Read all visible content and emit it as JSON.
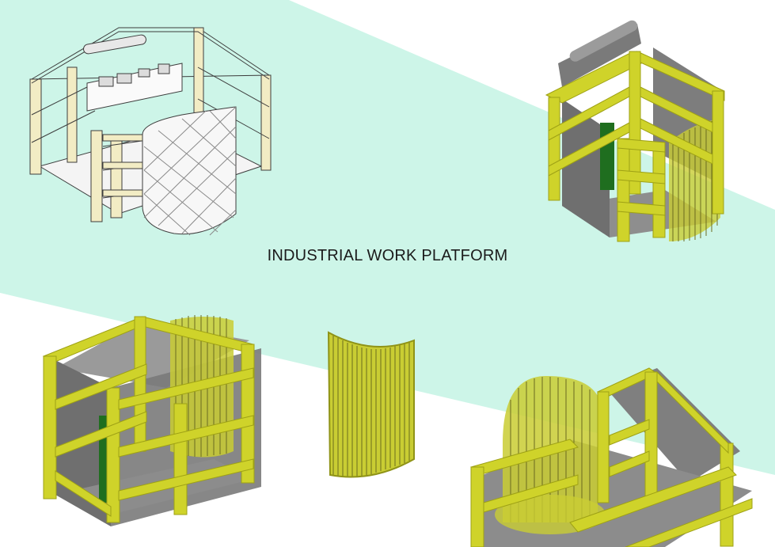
{
  "poster": {
    "title": "INDUSTRIAL WORK PLATFORM",
    "colors": {
      "band": "#cdf5e8",
      "frame_yellow": "#cfd32a",
      "frame_yellow_dark": "#9ea115",
      "floor_grey": "#8a8a8a",
      "wall_grey": "#6f6f6f",
      "column_green": "#1f6e1f",
      "sketch_line": "#3d3d3d",
      "sketch_tint": "#f2ecc4"
    },
    "views": [
      {
        "name": "hand-sketch-view",
        "icon": "pencil-sketch-platform-icon"
      },
      {
        "name": "cad-view-top-right",
        "icon": "yellow-frame-platform-icon"
      },
      {
        "name": "cad-view-bottom-left",
        "icon": "yellow-frame-platform-icon"
      },
      {
        "name": "curved-mesh-gate",
        "icon": "curved-mesh-panel-icon"
      },
      {
        "name": "cad-view-bottom-right",
        "icon": "yellow-frame-platform-icon"
      }
    ]
  }
}
